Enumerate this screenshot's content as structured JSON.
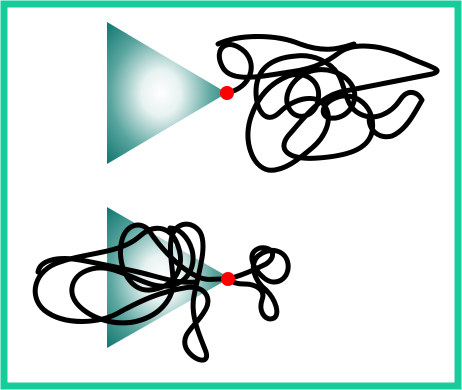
{
  "colors": {
    "frame": "#16cc9a",
    "background": "#ffffff",
    "triangle_edge": "#157a73",
    "triangle_center": "#ffffff",
    "rope": "#000000",
    "attach_point": "#ff0000"
  },
  "puzzle": {
    "panels": [
      {
        "id": "top",
        "shape": "triangle-icon",
        "rope": "tangled"
      },
      {
        "id": "bottom",
        "shape": "triangle-icon",
        "rope": "tangled"
      }
    ]
  }
}
